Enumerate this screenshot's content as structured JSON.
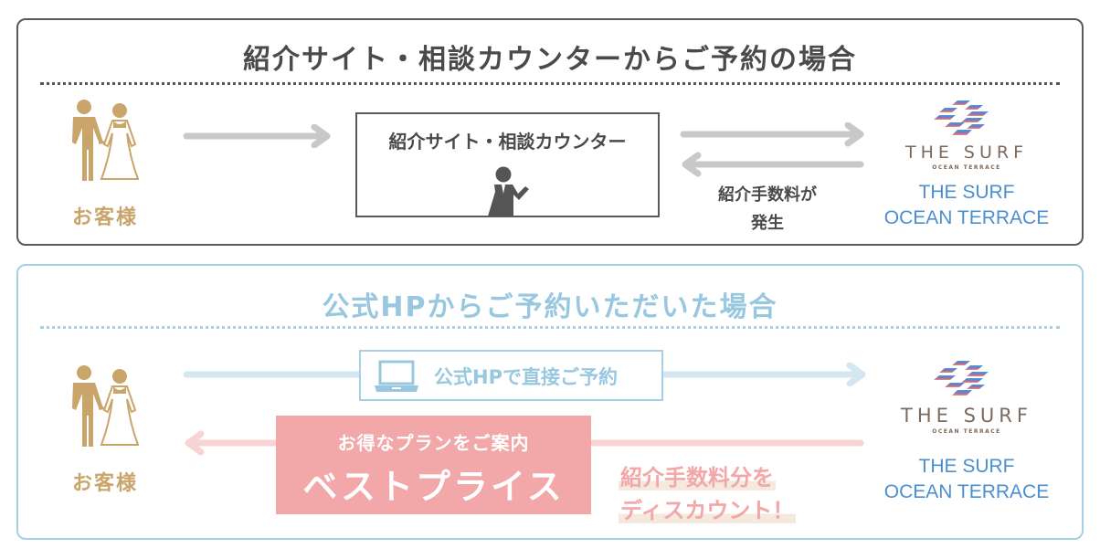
{
  "panel_agency": {
    "title": "紹介サイト・相談カウンターからご予約の場合",
    "customer_label": "お客様",
    "agency_box_label": "紹介サイト・相談カウンター",
    "fee_label_line1": "紹介手数料が",
    "fee_label_line2": "発生",
    "logo_brand": "THE SURF",
    "logo_sub": "OCEAN TERRACE",
    "venue_name_line1": "THE SURF",
    "venue_name_line2": "OCEAN TERRACE",
    "border_color": "#595959",
    "arrow_color": "#c8c8c8"
  },
  "panel_official": {
    "title": "公式HPからご予約いただいた場合",
    "customer_label": "お客様",
    "direct_booking_label": "公式HPで直接ご予約",
    "best_price_line1": "お得なプランをご案内",
    "best_price_line2": "ベストプライス",
    "discount_line1": "紹介手数料分を",
    "discount_line2": "ディスカウント！",
    "logo_brand": "THE SURF",
    "logo_sub": "OCEAN TERRACE",
    "venue_name_line1": "THE SURF",
    "venue_name_line2": "OCEAN TERRACE",
    "border_color": "#a9cfe4",
    "arrow_blue": "#d3e6f1",
    "arrow_pink": "#f9d4d4",
    "best_price_bg": "#f2a7a8"
  },
  "colors": {
    "customer_gold": "#c9a46b",
    "venue_blue": "#4a8fd0",
    "logo_brown": "#7d6a5c"
  }
}
